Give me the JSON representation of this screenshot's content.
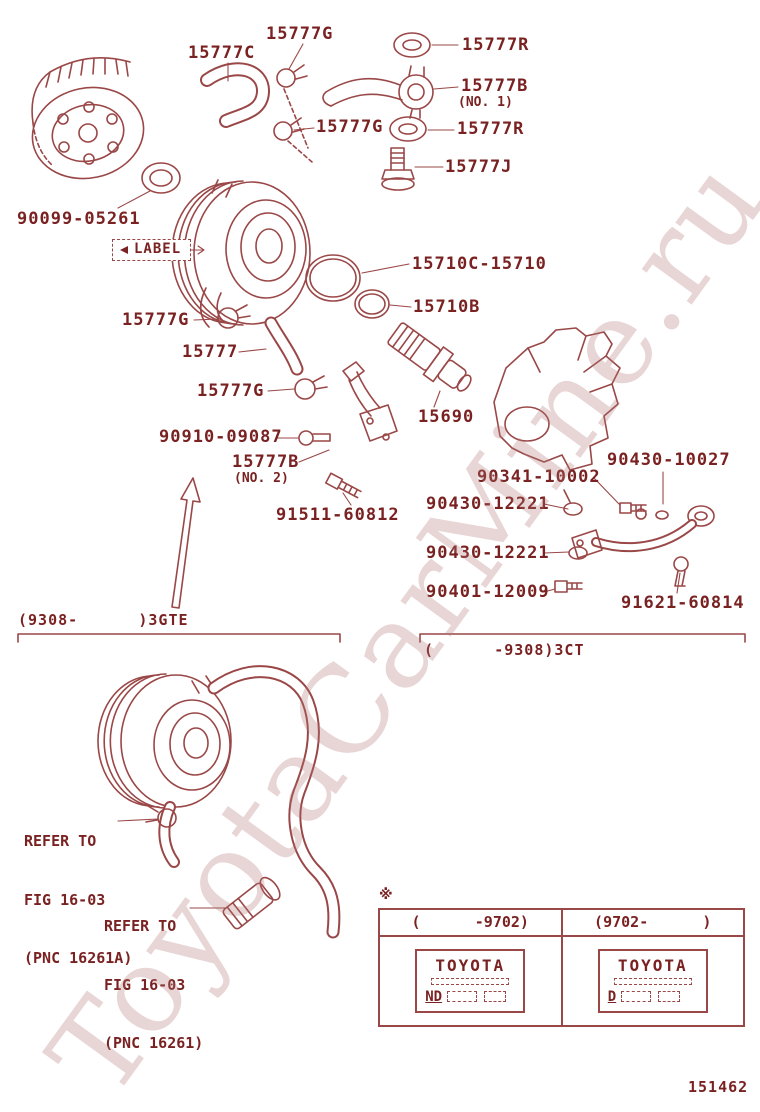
{
  "watermark": "ToyotaCarMine.ru",
  "page_number": "151462",
  "note_mark": "※",
  "callouts": {
    "filter_seal": "90099-05261",
    "hose_c": "15777C",
    "clamp_top": "15777G",
    "washer_top": "15777R",
    "union_pipe": "15777B",
    "union_pipe_sub": "(NO. 1)",
    "clamp_mid": "15777G",
    "washer_mid": "15777R",
    "union_bolt": "15777J",
    "label_tag": "LABEL",
    "cooler_assembly": "15710C-15710",
    "oring_small": "15710B",
    "clamp_left": "15777G",
    "hose": "15777",
    "clamp_lower": "15777G",
    "relief_valve": "15690",
    "stud_bolt": "90910-09087",
    "water_pipe": "15777B",
    "water_pipe_sub": "(NO. 2)",
    "bolt_91511": "91511-60812",
    "union_10027": "90430-10027",
    "bolt_90341": "90341-10002",
    "gasket_a": "90430-12221",
    "gasket_b": "90430-12221",
    "union_bolt_90401": "90401-12009",
    "bolt_91621": "91621-60814"
  },
  "groups": {
    "gte_label": "(9308-      )3GTE",
    "ct_label": "(      -9308)3CT"
  },
  "refer_a": {
    "line1": "REFER TO",
    "line2": "FIG 16-03",
    "line3": "(PNC 16261A)"
  },
  "refer_b": {
    "line1": "REFER TO",
    "line2": "FIG 16-03",
    "line3": "(PNC 16261)"
  },
  "table": {
    "col1_header": "(      -9702)",
    "col2_header": "(9702-      )",
    "col1_brand": "TOYOTA",
    "col1_code": "ND",
    "col2_brand": "TOYOTA",
    "col2_code": "D"
  }
}
